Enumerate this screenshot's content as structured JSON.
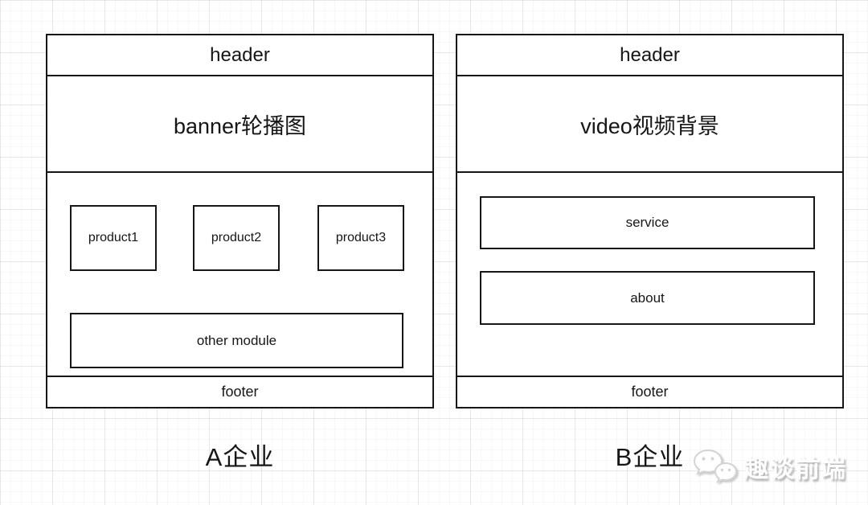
{
  "diagram": {
    "site_a": {
      "caption": "A企业",
      "header": "header",
      "hero": "banner轮播图",
      "products": [
        "product1",
        "product2",
        "product3"
      ],
      "other_module": "other module",
      "footer": "footer"
    },
    "site_b": {
      "caption": "B企业",
      "header": "header",
      "hero": "video视频背景",
      "sections": [
        "service",
        "about"
      ],
      "footer": "footer"
    }
  },
  "watermark": {
    "icon": "wechat-icon",
    "text": "趣谈前端"
  },
  "colors": {
    "box_border": "#161616",
    "background": "#ffffff",
    "grid_major": "rgba(120,120,130,0.13)",
    "grid_minor": "rgba(120,120,130,0.055)",
    "watermark_text": "#fdfdfd",
    "watermark_shadow": "#9b9b9b"
  }
}
